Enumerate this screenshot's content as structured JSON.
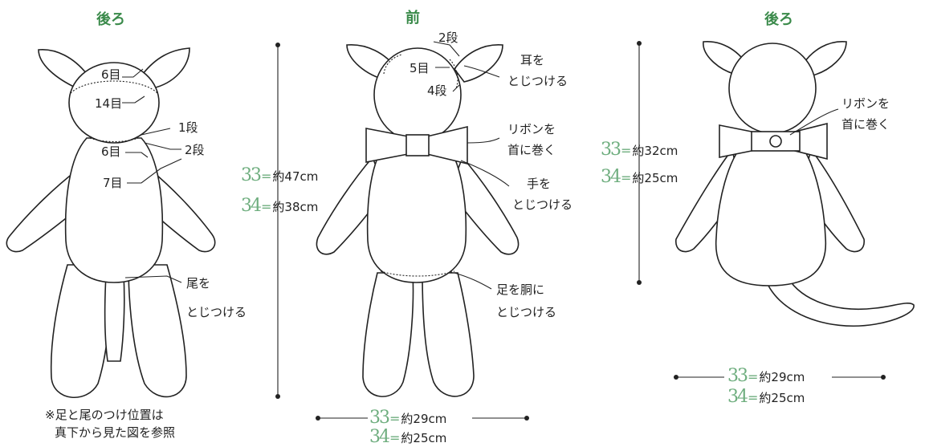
{
  "titles": {
    "back_left": "後ろ",
    "front": "前",
    "back_right": "後ろ"
  },
  "left_figure": {
    "labels": {
      "head_6": "6目",
      "head_14": "14目",
      "neck_6": "6目",
      "body_7": "7目",
      "rows_1": "1段",
      "rows_2": "2段",
      "tail_line1": "尾を",
      "tail_line2": "とじつける"
    },
    "note_line1": "※足と尾のつけ位置は",
    "note_line2": "真下から見た図を参照"
  },
  "front_figure": {
    "labels": {
      "ear_rows_2": "2段",
      "ear_5": "5目",
      "ear_rows_4": "4段",
      "ear_line1": "耳を",
      "ear_line2": "とじつける",
      "ribbon_line1": "リボンを",
      "ribbon_line2": "首に巻く",
      "hand_line1": "手を",
      "hand_line2": "とじつける",
      "leg_line1": "足を胴に",
      "leg_line2": "とじつける"
    }
  },
  "back_figure": {
    "labels": {
      "ribbon_line1": "リボンを",
      "ribbon_line2": "首に巻く"
    }
  },
  "dimensions": {
    "height_front": [
      {
        "size": "33",
        "value": "約47cm"
      },
      {
        "size": "34",
        "value": "約38cm"
      }
    ],
    "width_front": [
      {
        "size": "33",
        "value": "約29cm"
      },
      {
        "size": "34",
        "value": "約25cm"
      }
    ],
    "height_back": [
      {
        "size": "33",
        "value": "約32cm"
      },
      {
        "size": "34",
        "value": "約25cm"
      }
    ],
    "width_back": [
      {
        "size": "33",
        "value": "約29cm"
      },
      {
        "size": "34",
        "value": "約25cm"
      }
    ],
    "equals": "="
  },
  "colors": {
    "accent": "#6fae7f",
    "title": "#3a8a4a",
    "line": "#222222"
  }
}
